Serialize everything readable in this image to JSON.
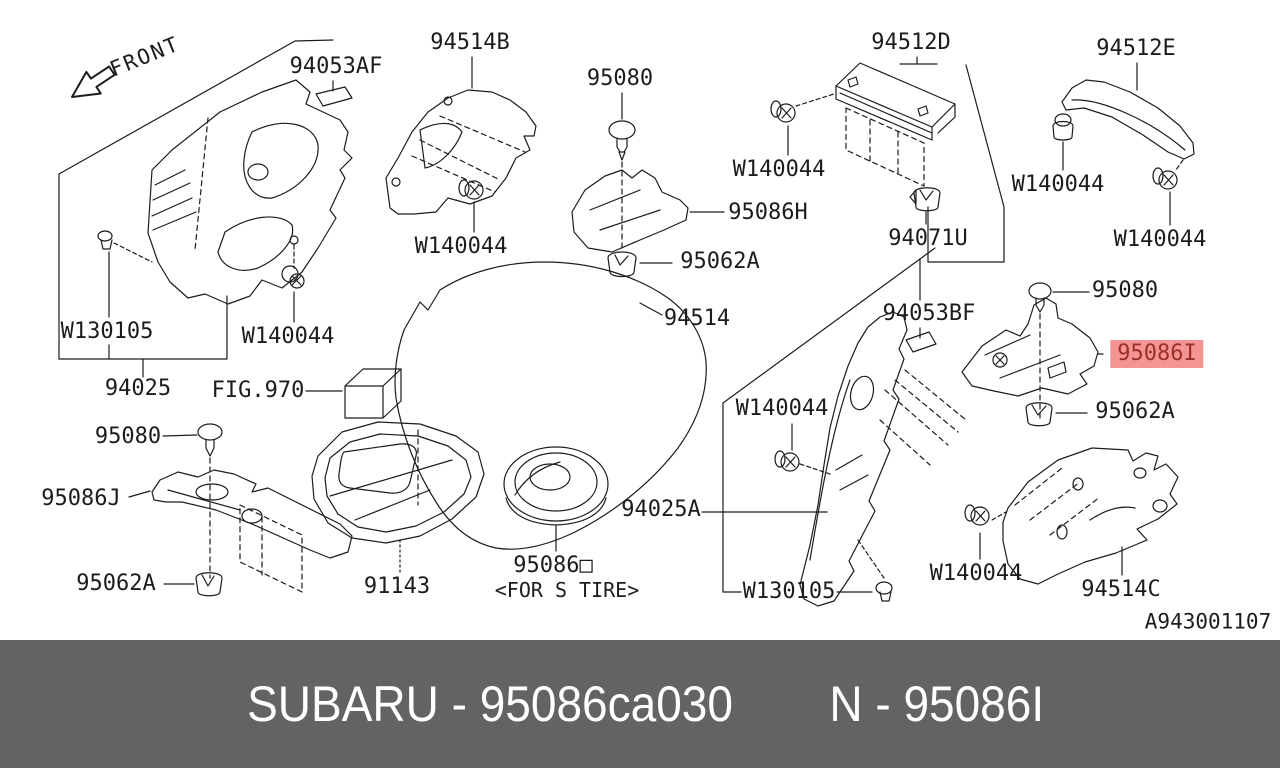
{
  "diagram": {
    "front_label": "FRONT",
    "labels": [
      {
        "id": "front",
        "text": "FRONT"
      },
      {
        "id": "94053AF",
        "text": "94053AF"
      },
      {
        "id": "94514B",
        "text": "94514B"
      },
      {
        "id": "95080-top",
        "text": "95080"
      },
      {
        "id": "94512D",
        "text": "94512D"
      },
      {
        "id": "94512E",
        "text": "94512E"
      },
      {
        "id": "W140044-a",
        "text": "W140044"
      },
      {
        "id": "W140044-b",
        "text": "W140044"
      },
      {
        "id": "W140044-c",
        "text": "W140044"
      },
      {
        "id": "94071U",
        "text": "94071U"
      },
      {
        "id": "W140044-d",
        "text": "W140044"
      },
      {
        "id": "95086H",
        "text": "95086H"
      },
      {
        "id": "95062A-a",
        "text": "95062A"
      },
      {
        "id": "94514",
        "text": "94514"
      },
      {
        "id": "W130105-a",
        "text": "W130105"
      },
      {
        "id": "W140044-e",
        "text": "W140044"
      },
      {
        "id": "94025",
        "text": "94025"
      },
      {
        "id": "FIG970",
        "text": "FIG.970"
      },
      {
        "id": "95080-left",
        "text": "95080"
      },
      {
        "id": "95086J",
        "text": "95086J"
      },
      {
        "id": "95062A-b",
        "text": "95062A"
      },
      {
        "id": "91143",
        "text": "91143"
      },
      {
        "id": "95086-box",
        "text": "95086□"
      },
      {
        "id": "for-s-tire",
        "text": "<FOR S TIRE>"
      },
      {
        "id": "94025A",
        "text": "94025A"
      },
      {
        "id": "W130105-b",
        "text": "W130105"
      },
      {
        "id": "94053BF",
        "text": "94053BF"
      },
      {
        "id": "W140044-f",
        "text": "W140044"
      },
      {
        "id": "95080-right",
        "text": "95080"
      },
      {
        "id": "95086I",
        "text": "95086I",
        "highlighted": true
      },
      {
        "id": "95062A-c",
        "text": "95062A"
      },
      {
        "id": "W140044-g",
        "text": "W140044"
      },
      {
        "id": "94514C",
        "text": "94514C"
      },
      {
        "id": "doc-id",
        "text": "A943001107"
      }
    ]
  },
  "footer": {
    "left_text": "SUBARU - 95086ca030",
    "right_text": "N - 95086I"
  },
  "colors": {
    "line": "#1c1c1c",
    "highlight_bg": "#f59494",
    "highlight_text": "#9c2f28",
    "footer_bg": "#636363",
    "footer_text": "#ffffff"
  }
}
